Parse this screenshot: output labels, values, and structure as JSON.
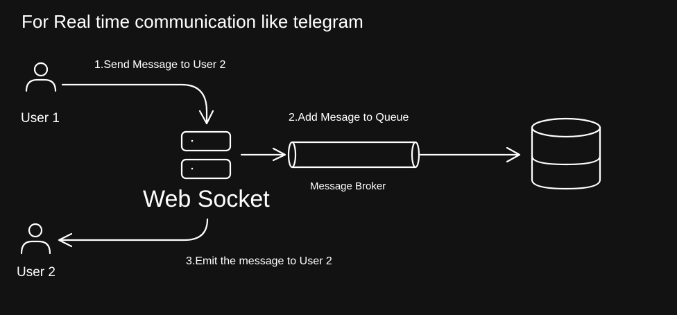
{
  "title": "For Real time communication like telegram",
  "users": {
    "user1": "User 1",
    "user2": "User 2"
  },
  "steps": {
    "send": "1.Send Message to User 2",
    "queue": "2.Add Mesage to Queue",
    "emit": "3.Emit the message to User 2"
  },
  "nodes": {
    "web_socket": "Web Socket",
    "message_broker": "Message Broker"
  },
  "colors": {
    "background": "#121212",
    "stroke": "#ffffff",
    "text": "#ffffff"
  }
}
